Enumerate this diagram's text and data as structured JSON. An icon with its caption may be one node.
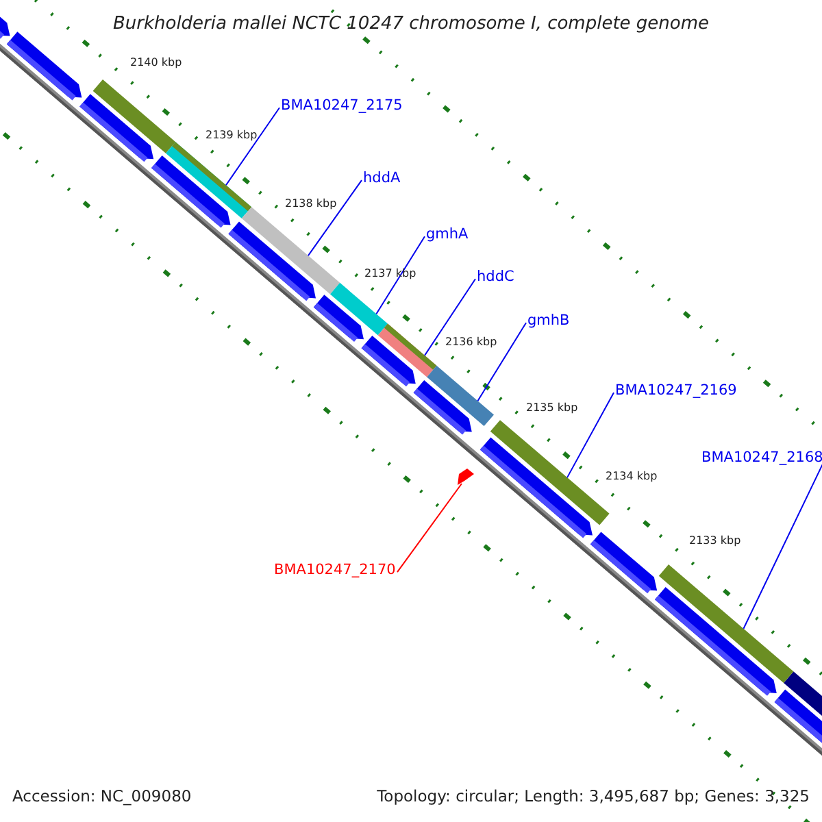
{
  "diagram": {
    "title": "Burkholderia mallei NCTC 10247 chromosome I, complete genome",
    "nodes": [
      {
        "text": [
          "BMA10247_2175"
        ]
      },
      {
        "text": [
          "hddA"
        ]
      },
      {
        "text": [
          "gmhA"
        ]
      },
      {
        "text": [
          "hddC"
        ]
      },
      {
        "text": [
          "gmhB"
        ]
      },
      {
        "text": [
          "BMA10247_2169"
        ]
      },
      {
        "text": [
          "BMA10247_2168"
        ]
      },
      {
        "text": [
          "BMA10247_2170"
        ]
      },
      {
        "text": [],
        "shape": "bar"
      },
      {
        "text": [],
        "shape": "bar"
      },
      {
        "text": [],
        "shape": "bar"
      },
      {
        "text": [],
        "shape": "bar"
      },
      {
        "text": [],
        "shape": "bar"
      },
      {
        "text": [],
        "shape": "bar"
      },
      {
        "text": [],
        "shape": "bar"
      },
      {
        "text": [],
        "shape": "arrow"
      }
    ],
    "edges": [
      {
        "from": 0,
        "to": 8,
        "arrow": "none"
      },
      {
        "from": 1,
        "to": 9,
        "arrow": "none"
      },
      {
        "from": 2,
        "to": 10,
        "arrow": "none"
      },
      {
        "from": 3,
        "to": 11,
        "arrow": "none"
      },
      {
        "from": 4,
        "to": 12,
        "arrow": "none"
      },
      {
        "from": 5,
        "to": 13,
        "arrow": "none"
      },
      {
        "from": 6,
        "to": 14,
        "arrow": "none"
      },
      {
        "from": 7,
        "to": 15,
        "arrow": "none",
        "color": "#ff0000"
      }
    ],
    "labels": [
      "2140 kbp",
      "2139 kbp",
      "2138 kbp",
      "2137 kbp",
      "2136 kbp",
      "2135 kbp",
      "2134 kbp",
      "2133 kbp",
      "Accession: NC_009080",
      "Topology: circular; Length: 3,495,687 bp; Genes: 3,325"
    ]
  }
}
